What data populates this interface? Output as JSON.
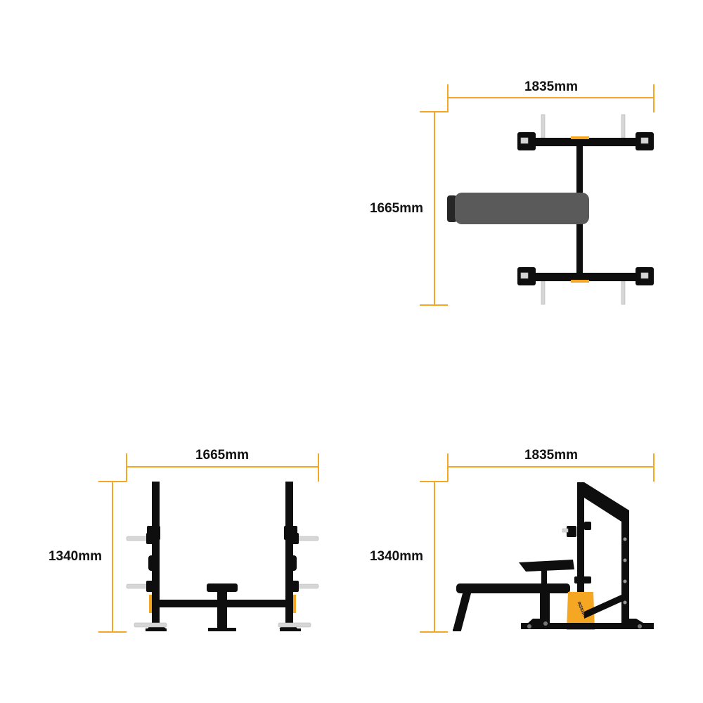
{
  "colors": {
    "dimension_line": "#f5a623",
    "frame": "#0e0e0e",
    "pad": "#5a5a5a",
    "chrome": "#d6d6d6",
    "accent": "#f5a623",
    "background": "#ffffff"
  },
  "views": {
    "top": {
      "width_label": "1835mm",
      "depth_label": "1665mm"
    },
    "front": {
      "width_label": "1665mm",
      "height_label": "1340mm"
    },
    "side": {
      "width_label": "1835mm",
      "height_label": "1340mm",
      "logo_text": "INSIGHT"
    }
  }
}
